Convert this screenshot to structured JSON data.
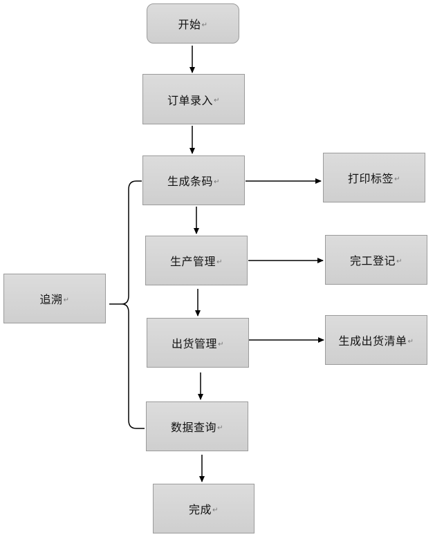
{
  "nodes": {
    "start": "开始",
    "order_entry": "订单录入",
    "gen_barcode": "生成条码",
    "print_label": "打印标签",
    "prod_mgmt": "生产管理",
    "work_done": "完工登记",
    "ship_mgmt": "出货管理",
    "ship_list": "生成出货清单",
    "data_query": "数据查询",
    "finish": "完成",
    "trace": "追溯"
  },
  "paragraph_mark": "↵"
}
